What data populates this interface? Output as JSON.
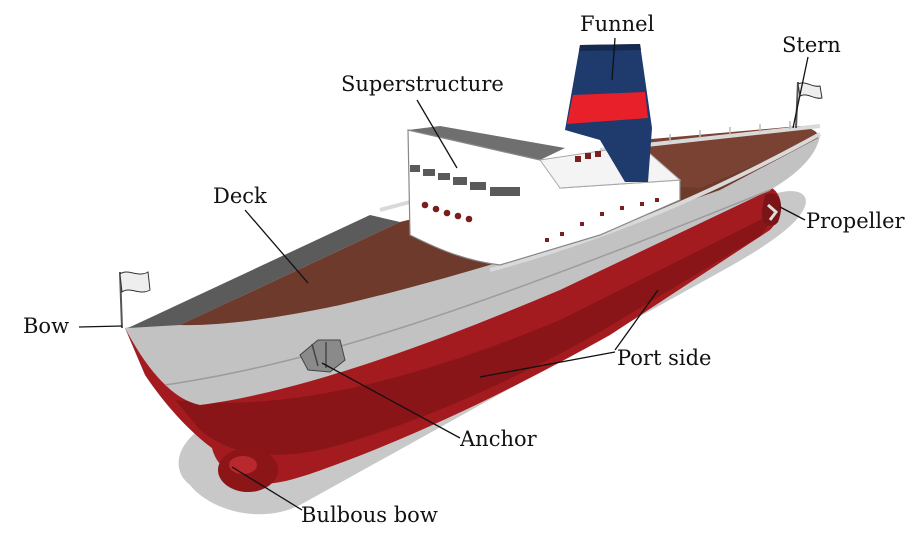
{
  "labels": {
    "funnel": "Funnel",
    "stern": "Stern",
    "superstructure": "Superstructure",
    "deck": "Deck",
    "propeller": "Propeller",
    "bow": "Bow",
    "port_side": "Port side",
    "anchor": "Anchor",
    "bulbous_bow": "Bulbous bow"
  },
  "colors": {
    "hull_red": "#a31b1f",
    "hull_grey": "#c2c2c2",
    "deck_brown": "#6e3a2c",
    "funnel_blue": "#1f3a6d",
    "funnel_red": "#e8202a",
    "superstructure": "#ffffff",
    "shadow": "#c8c8c8"
  }
}
